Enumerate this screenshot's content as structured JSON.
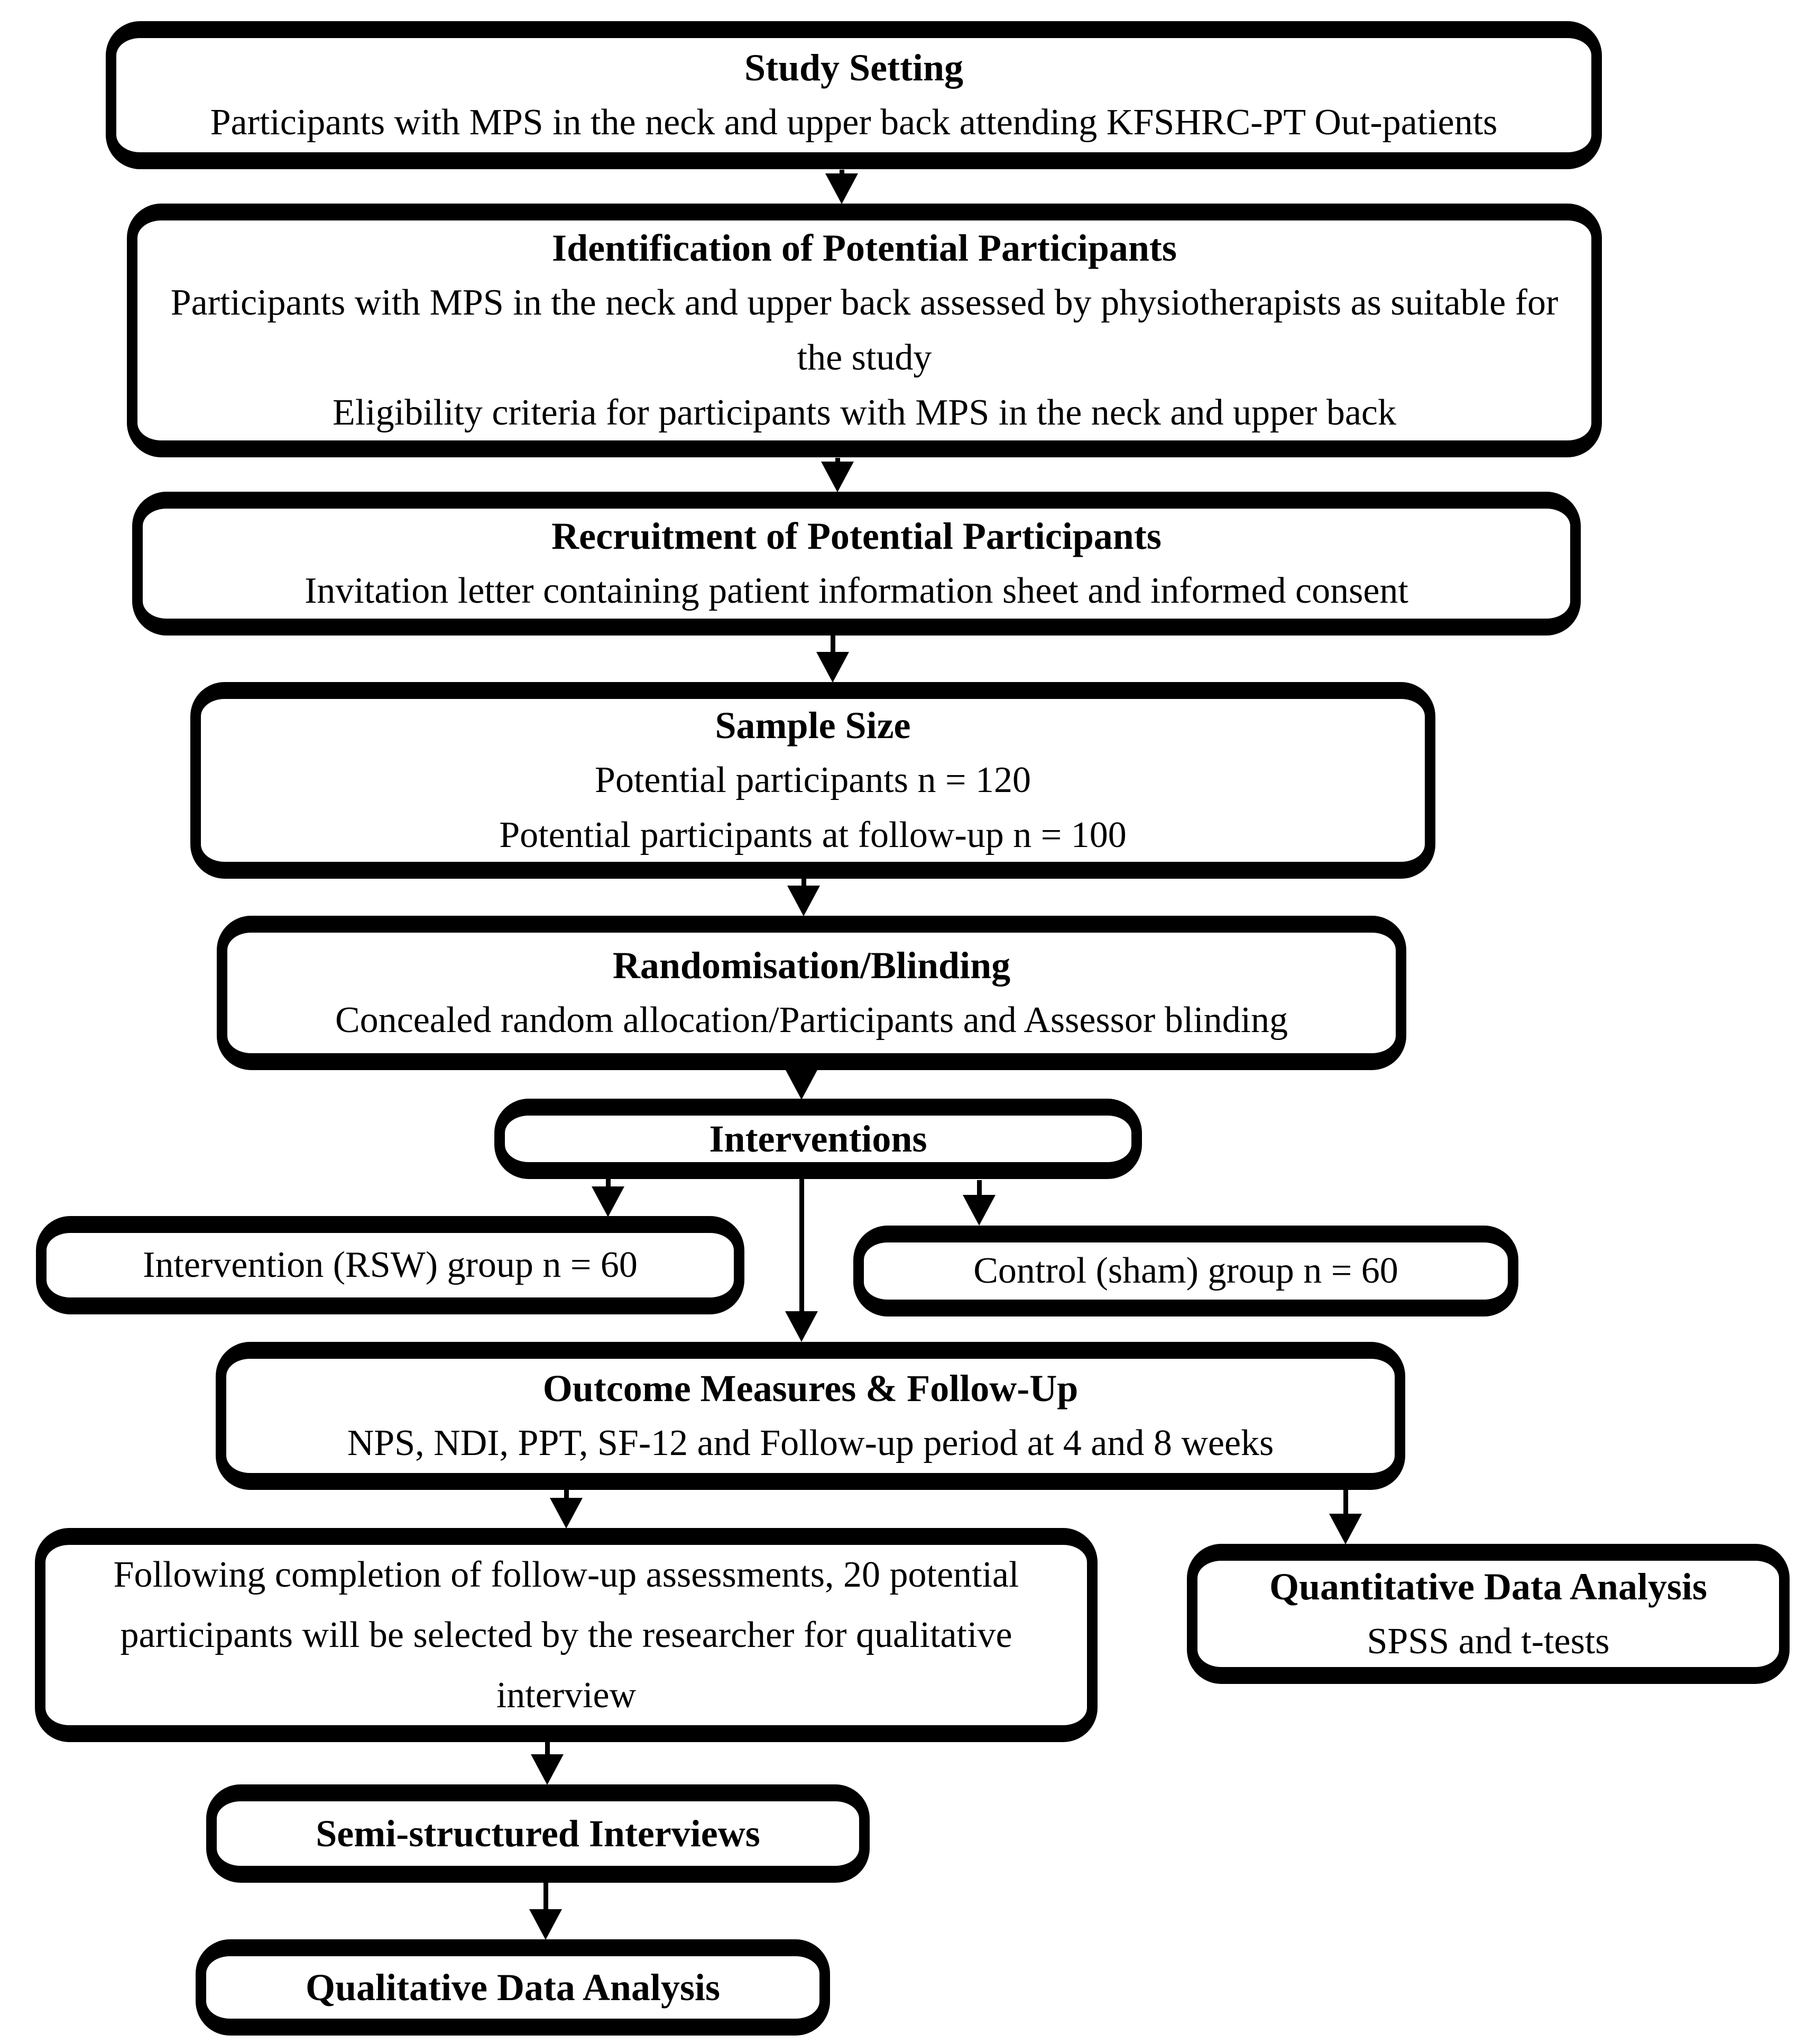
{
  "colors": {
    "ink": "#000000",
    "paper": "#ffffff"
  },
  "boxes": {
    "study_setting": {
      "title": "Study Setting",
      "lines": [
        "Participants with MPS in the neck and upper back attending KFSHRC-PT Out-patients"
      ]
    },
    "identification": {
      "title": "Identification of Potential Participants",
      "lines": [
        "Participants with MPS in the neck and upper back assessed by physiotherapists as suitable for the study",
        "Eligibility criteria for participants with MPS in the neck and upper back"
      ]
    },
    "recruitment": {
      "title": "Recruitment of Potential Participants",
      "lines": [
        "Invitation letter containing patient information sheet and informed consent"
      ]
    },
    "sample_size": {
      "title": "Sample Size",
      "lines": [
        "Potential participants n = 120",
        "Potential participants at follow-up n = 100"
      ]
    },
    "randomisation": {
      "title": "Randomisation/Blinding",
      "lines": [
        "Concealed random allocation/Participants and Assessor blinding"
      ]
    },
    "interventions": {
      "title": "Interventions"
    },
    "intervention_group": {
      "lines": [
        "Intervention (RSW) group n = 60"
      ]
    },
    "control_group": {
      "lines": [
        "Control (sham) group n = 60"
      ]
    },
    "outcome_measures": {
      "title": "Outcome Measures & Follow-Up",
      "lines": [
        "NPS, NDI, PPT, SF-12 and Follow-up period at 4 and 8 weeks"
      ]
    },
    "qualitative_selection": {
      "lines": [
        "Following completion of follow-up assessments, 20 potential participants will be selected by the researcher for qualitative interview"
      ]
    },
    "quantitative_analysis": {
      "title": "Quantitative Data Analysis",
      "lines": [
        "SPSS and t-tests"
      ]
    },
    "semi_structured_interviews": {
      "title": "Semi-structured Interviews"
    },
    "qualitative_analysis": {
      "title": "Qualitative Data Analysis"
    }
  },
  "connections": [
    {
      "from": "study_setting",
      "to": "identification"
    },
    {
      "from": "identification",
      "to": "recruitment"
    },
    {
      "from": "recruitment",
      "to": "sample_size"
    },
    {
      "from": "sample_size",
      "to": "randomisation"
    },
    {
      "from": "randomisation",
      "to": "interventions"
    },
    {
      "from": "interventions",
      "to": "intervention_group"
    },
    {
      "from": "interventions",
      "to": "control_group"
    },
    {
      "from": "interventions",
      "to": "outcome_measures"
    },
    {
      "from": "outcome_measures",
      "to": "qualitative_selection"
    },
    {
      "from": "outcome_measures",
      "to": "quantitative_analysis"
    },
    {
      "from": "qualitative_selection",
      "to": "semi_structured_interviews"
    },
    {
      "from": "semi_structured_interviews",
      "to": "qualitative_analysis"
    }
  ]
}
